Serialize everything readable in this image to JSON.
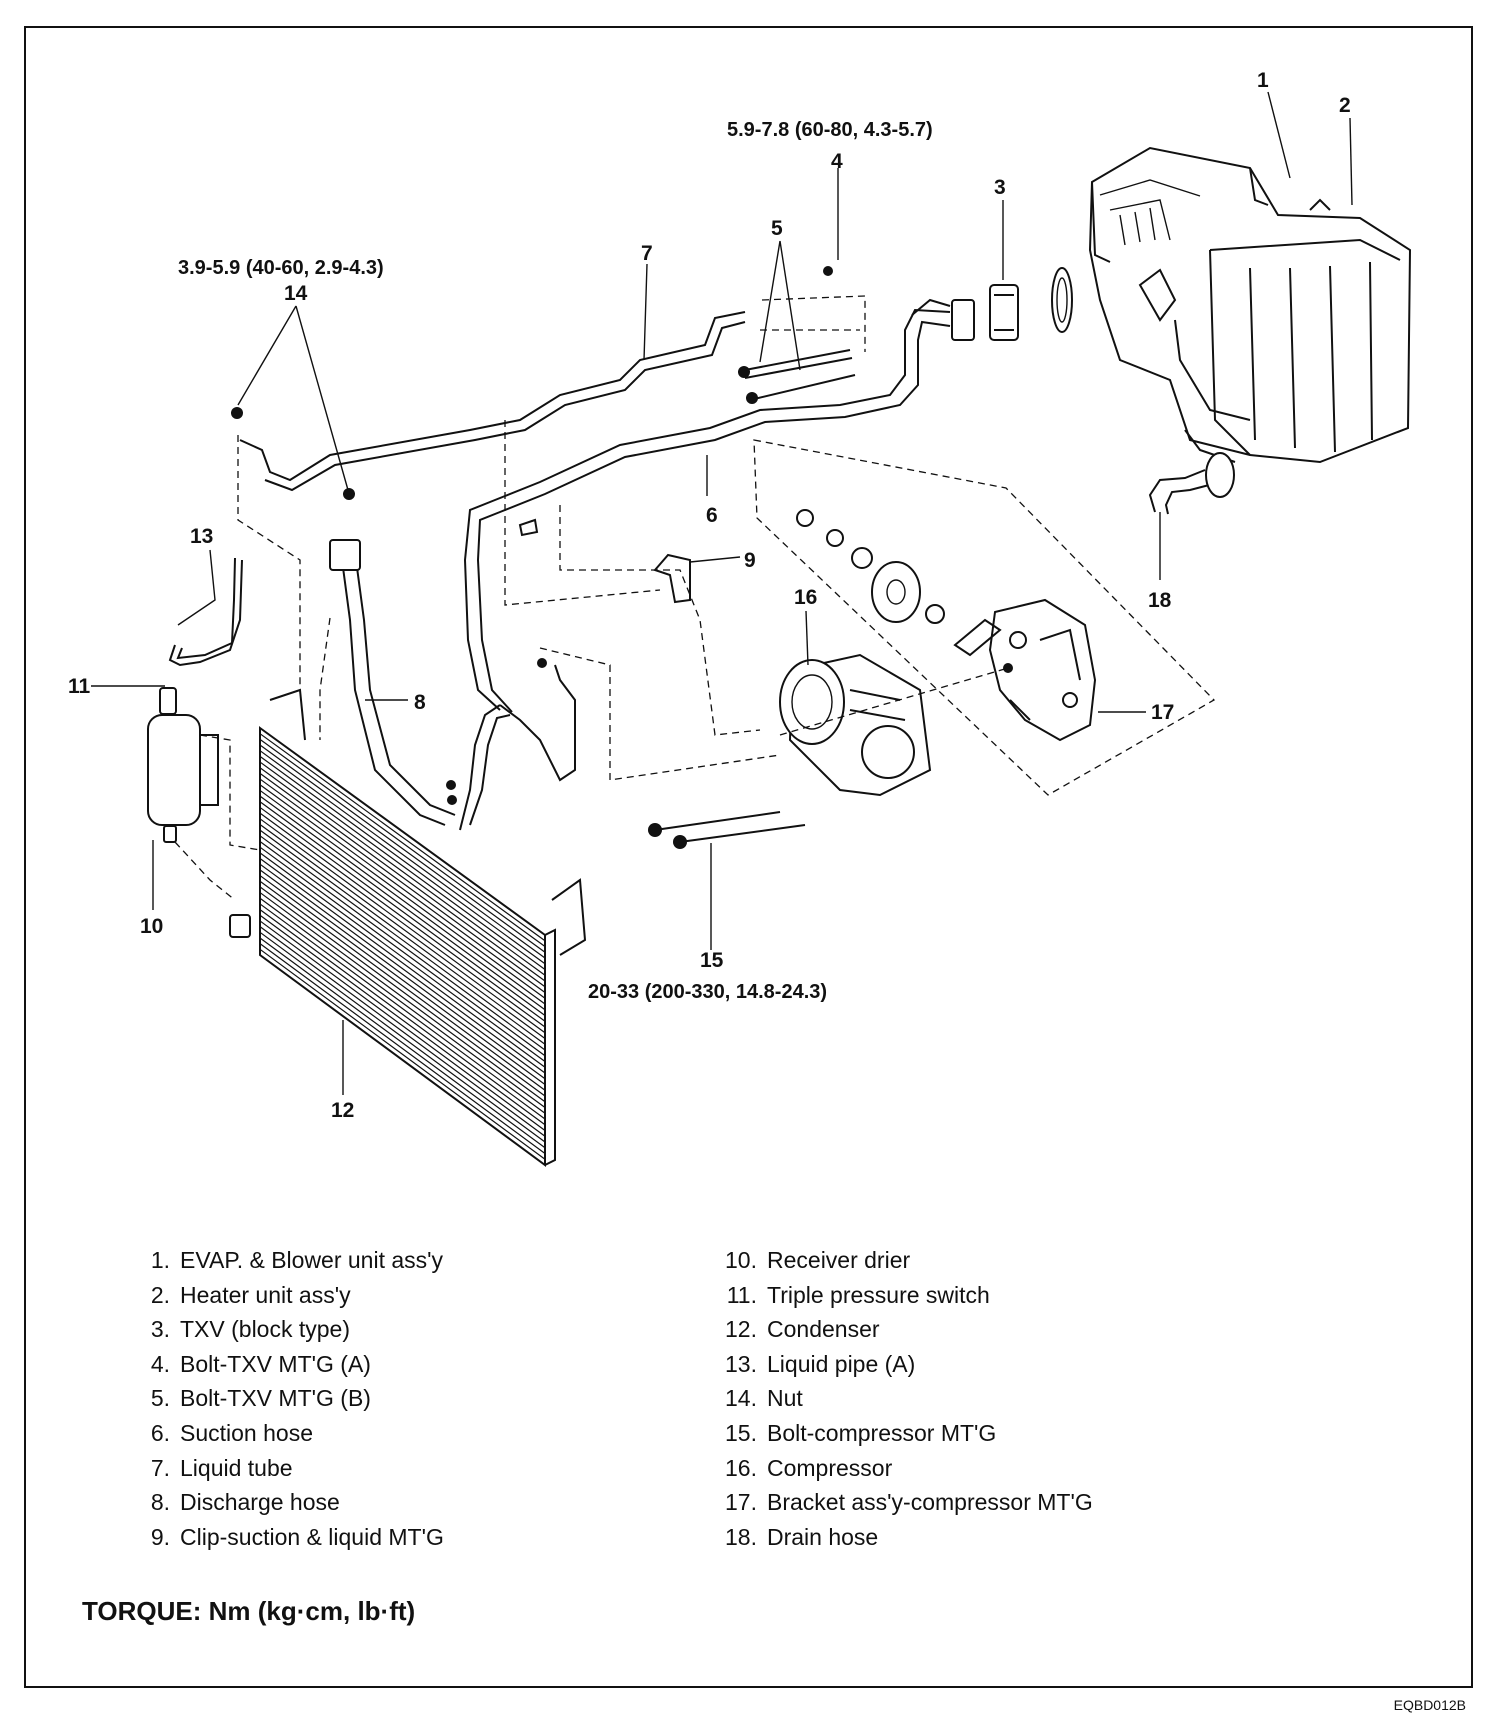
{
  "callouts": {
    "n1": "1",
    "n2": "2",
    "n3": "3",
    "n4": "4",
    "n5": "5",
    "n6": "6",
    "n7": "7",
    "n8": "8",
    "n9": "9",
    "n10": "10",
    "n11": "11",
    "n12": "12",
    "n13": "13",
    "n14": "14",
    "n15": "15",
    "n16": "16",
    "n17": "17",
    "n18": "18"
  },
  "torque_specs": {
    "bolt_txv": "5.9-7.8 (60-80, 4.3-5.7)",
    "nut": "3.9-5.9 (40-60, 2.9-4.3)",
    "bolt_compressor": "20-33 (200-330, 14.8-24.3)"
  },
  "legend_left": [
    {
      "num": "1.",
      "label": "EVAP. & Blower unit ass'y"
    },
    {
      "num": "2.",
      "label": "Heater unit ass'y"
    },
    {
      "num": "3.",
      "label": "TXV (block type)"
    },
    {
      "num": "4.",
      "label": "Bolt-TXV MT'G (A)"
    },
    {
      "num": "5.",
      "label": "Bolt-TXV MT'G (B)"
    },
    {
      "num": "6.",
      "label": "Suction hose"
    },
    {
      "num": "7.",
      "label": "Liquid tube"
    },
    {
      "num": "8.",
      "label": "Discharge hose"
    },
    {
      "num": "9.",
      "label": "Clip-suction & liquid MT'G"
    }
  ],
  "legend_right": [
    {
      "num": "10.",
      "label": "Receiver drier"
    },
    {
      "num": "11.",
      "label": "Triple pressure switch"
    },
    {
      "num": "12.",
      "label": "Condenser"
    },
    {
      "num": "13.",
      "label": "Liquid pipe (A)"
    },
    {
      "num": "14.",
      "label": "Nut"
    },
    {
      "num": "15.",
      "label": "Bolt-compressor MT'G"
    },
    {
      "num": "16.",
      "label": "Compressor"
    },
    {
      "num": "17.",
      "label": "Bracket ass'y-compressor MT'G"
    },
    {
      "num": "18.",
      "label": "Drain hose"
    }
  ],
  "torque_note": "TORQUE: Nm (kg·cm, lb·ft)",
  "figure_code": "EQBD012B"
}
